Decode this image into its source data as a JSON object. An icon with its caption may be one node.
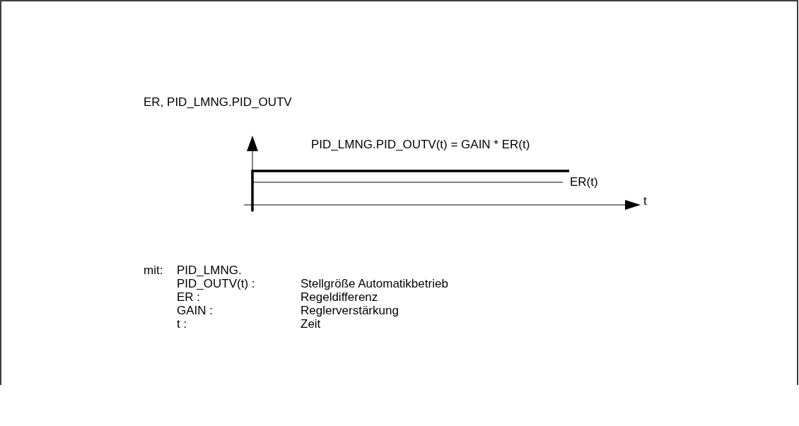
{
  "diagram": {
    "labels": [
      "ER, PID_LMNG.PID_OUTV",
      "PID_LMNG.PID_OUTV(t) = GAIN * ER(t)",
      "ER(t)",
      "t",
      "mit:",
      "PID_LMNG.",
      "PID_OUTV(t) :",
      "Stellgröße Automatikbetrieb",
      "ER :",
      "Regeldifferenz",
      "GAIN :",
      "Reglerverstärkung",
      "t :",
      "Zeit"
    ]
  }
}
